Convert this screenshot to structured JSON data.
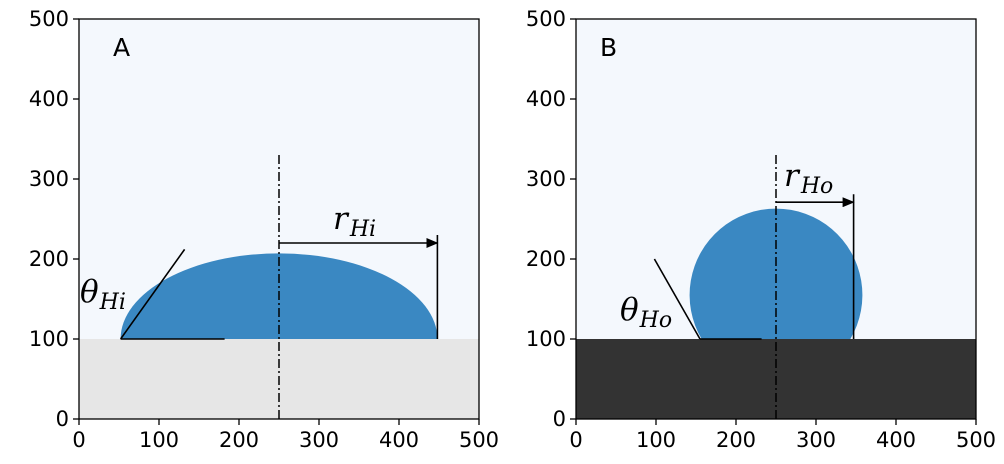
{
  "chart_data": [
    {
      "type": "diagram",
      "panel_label": "A",
      "xlim": [
        0,
        500
      ],
      "ylim": [
        0,
        500
      ],
      "x_ticks": [
        "0",
        "100",
        "200",
        "300",
        "400",
        "500"
      ],
      "y_ticks": [
        "0",
        "100",
        "200",
        "300",
        "400",
        "500"
      ],
      "substrate_level": 100,
      "substrate_color": "#e6e6e6",
      "background_color": "#f4f8fd",
      "droplet_color": "#3a88c2",
      "droplet": {
        "center_x": 250,
        "contact_left": 52,
        "contact_right": 448,
        "apex_y": 207
      },
      "axis_of_symmetry_x": 250,
      "radius_arrow": {
        "from_x": 250,
        "to_x": 448,
        "y": 220
      },
      "radius_label": {
        "base": "r",
        "subscript": "Hi"
      },
      "angle_label": {
        "base": "θ",
        "subscript": "Hi"
      },
      "tangent": {
        "from": [
          52,
          100
        ],
        "to": [
          132,
          212
        ]
      },
      "baseline": {
        "from": [
          52,
          100
        ],
        "to": [
          182,
          100
        ]
      }
    },
    {
      "type": "diagram",
      "panel_label": "B",
      "xlim": [
        0,
        500
      ],
      "ylim": [
        0,
        500
      ],
      "x_ticks": [
        "0",
        "100",
        "200",
        "300",
        "400",
        "500"
      ],
      "y_ticks": [
        "0",
        "100",
        "200",
        "300",
        "400",
        "500"
      ],
      "substrate_level": 100,
      "substrate_color": "#333333",
      "background_color": "#f4f8fd",
      "droplet_color": "#3a88c2",
      "droplet": {
        "center_x": 250,
        "center_y": 155,
        "radius": 108
      },
      "axis_of_symmetry_x": 250,
      "radius_arrow": {
        "from_x": 250,
        "to_x": 347,
        "y": 271
      },
      "radius_label": {
        "base": "r",
        "subscript": "Ho"
      },
      "angle_label": {
        "base": "θ",
        "subscript": "Ho"
      },
      "tangent": {
        "from": [
          155,
          100
        ],
        "to": [
          98,
          200
        ]
      },
      "baseline": {
        "from": [
          155,
          100
        ],
        "to": [
          232,
          100
        ]
      }
    }
  ]
}
